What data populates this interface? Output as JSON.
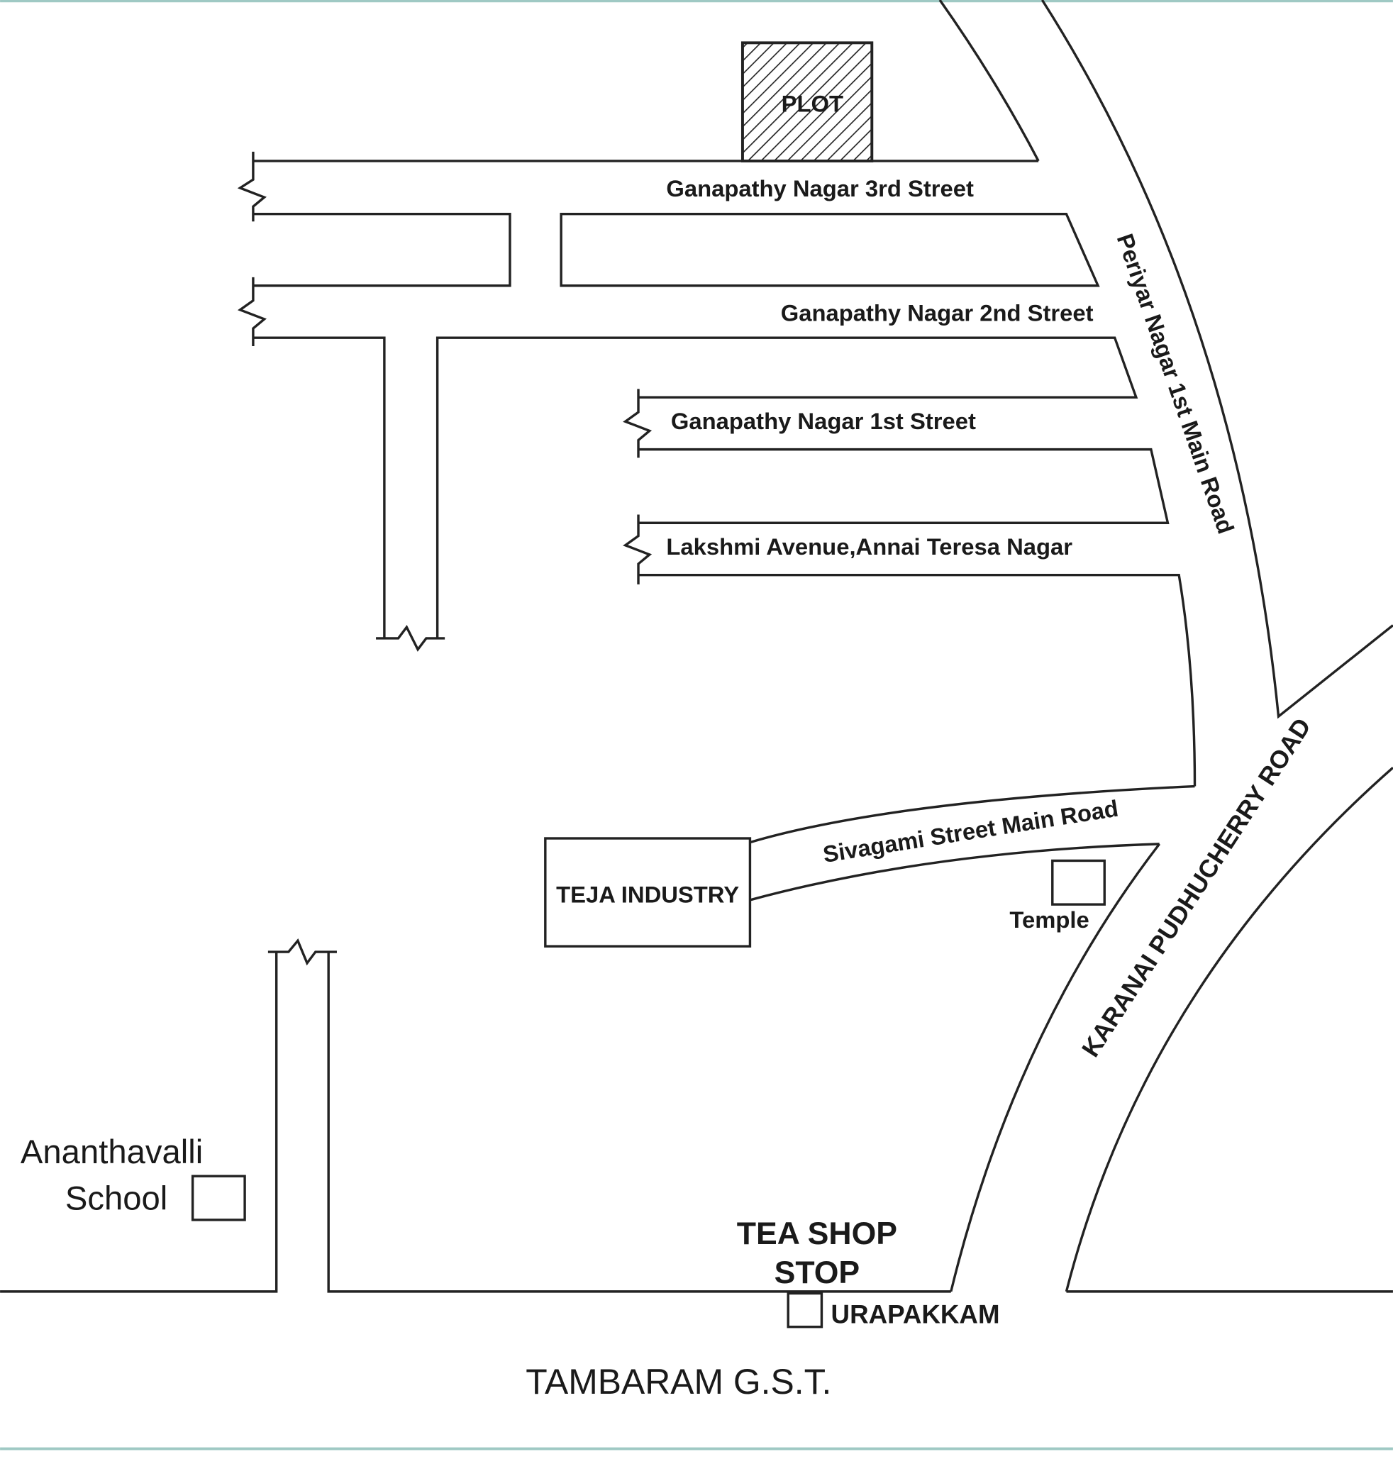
{
  "map": {
    "plot_label": "PLOT",
    "streets": {
      "third": "Ganapathy Nagar 3rd Street",
      "second": "Ganapathy Nagar 2nd Street",
      "first": "Ganapathy Nagar 1st Street",
      "lakshmi": "Lakshmi Avenue,Annai Teresa Nagar",
      "periyar": "Periyar Nagar 1st Main Road",
      "sivagami": "Sivagami Street Main Road",
      "karanai": "KARANAI PUDHUCHERRY ROAD",
      "tambaram": "TAMBARAM G.S.T."
    },
    "landmarks": {
      "teja": "TEJA INDUSTRY",
      "temple": "Temple",
      "school_line1": "Ananthavalli",
      "school_line2": "School",
      "teashop_line1": "TEA SHOP",
      "teashop_line2": "STOP",
      "urapakkam": "URAPAKKAM"
    },
    "colors": {
      "border": "#9fc9c4",
      "line": "#222222"
    }
  }
}
